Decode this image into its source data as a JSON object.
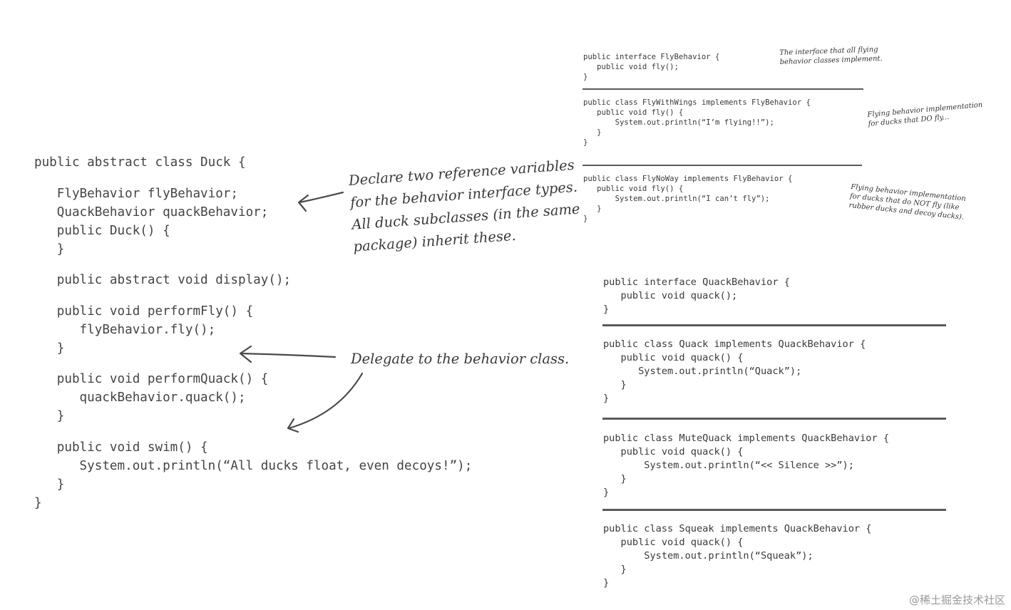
{
  "duck": {
    "lines": [
      "public abstract class Duck {",
      "",
      "   FlyBehavior flyBehavior;",
      "   QuackBehavior quackBehavior;",
      "   public Duck() {",
      "   }",
      "",
      "   public abstract void display();",
      "",
      "   public void performFly() {",
      "      flyBehavior.fly();",
      "   }",
      "",
      "   public void performQuack() {",
      "      quackBehavior.quack();",
      "   }",
      "",
      "   public void swim() {",
      "      System.out.println(“All ducks float, even decoys!”);",
      "   }",
      "}"
    ]
  },
  "annotations": {
    "declare": "Declare two reference variables\nfor the behavior interface types.\nAll duck subclasses (in the same\npackage) inherit these.",
    "delegate": "Delegate to the behavior class."
  },
  "fly": {
    "interface": [
      "public interface FlyBehavior {",
      "   public void fly();",
      "}"
    ],
    "interface_note": "The interface that all flying\nbehavior classes implement.",
    "with_wings": [
      "public class FlyWithWings implements FlyBehavior {",
      "   public void fly() {",
      "       System.out.println(“I’m flying!!”);",
      "   }",
      "}"
    ],
    "with_wings_note": "Flying behavior implementation\nfor ducks that DO fly...",
    "no_way": [
      "public class FlyNoWay implements FlyBehavior {",
      "   public void fly() {",
      "       System.out.println(“I can’t fly”);",
      "   }",
      "}"
    ],
    "no_way_note": "Flying behavior implementation\nfor ducks that do NOT fly (like\nrubber ducks and decoy ducks)."
  },
  "quack": {
    "interface": [
      "public interface QuackBehavior {",
      "   public void quack();",
      "}"
    ],
    "quack": [
      "public class Quack implements QuackBehavior {",
      "   public void quack() {",
      "      System.out.println(“Quack”);",
      "   }",
      "}"
    ],
    "mute": [
      "public class MuteQuack implements QuackBehavior {",
      "   public void quack() {",
      "       System.out.println(“<< Silence >>”);",
      "   }",
      "}"
    ],
    "squeak": [
      "public class Squeak implements QuackBehavior {",
      "   public void quack() {",
      "       System.out.println(“Squeak”);",
      "   }",
      "}"
    ]
  },
  "watermark": "@稀土掘金技术社区"
}
